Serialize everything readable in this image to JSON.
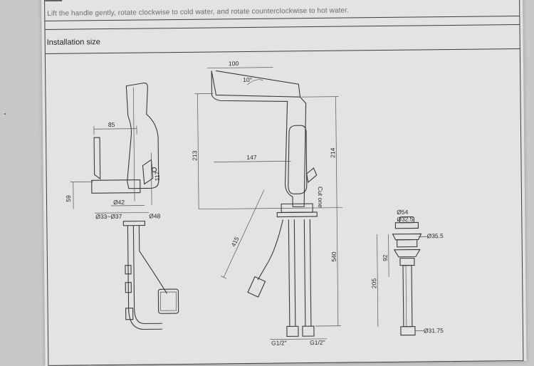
{
  "instruction_note": "Lift the handle gently, rotate clockwise to cold water, and rotate counterclockwise to hot water.",
  "section_title": "Installation size",
  "dimensions": {
    "d85": "85",
    "d117": "117",
    "d59": "59",
    "d42": "Ø42",
    "d33_37": "Ø33~Ø37",
    "d48": "Ø48",
    "d100": "100",
    "angle10": "10°",
    "d213": "213",
    "d214": "214",
    "d147": "147",
    "d415": "415",
    "d540": "540",
    "cut_one": "Cut one",
    "g_left": "G1/2\"",
    "g_right": "G1/2\"",
    "d54": "Ø54",
    "d32_5": "Ø32.5",
    "d35_5": "Ø35.5",
    "d92": "92",
    "d205": "205",
    "d31_75": "Ø31.75"
  }
}
